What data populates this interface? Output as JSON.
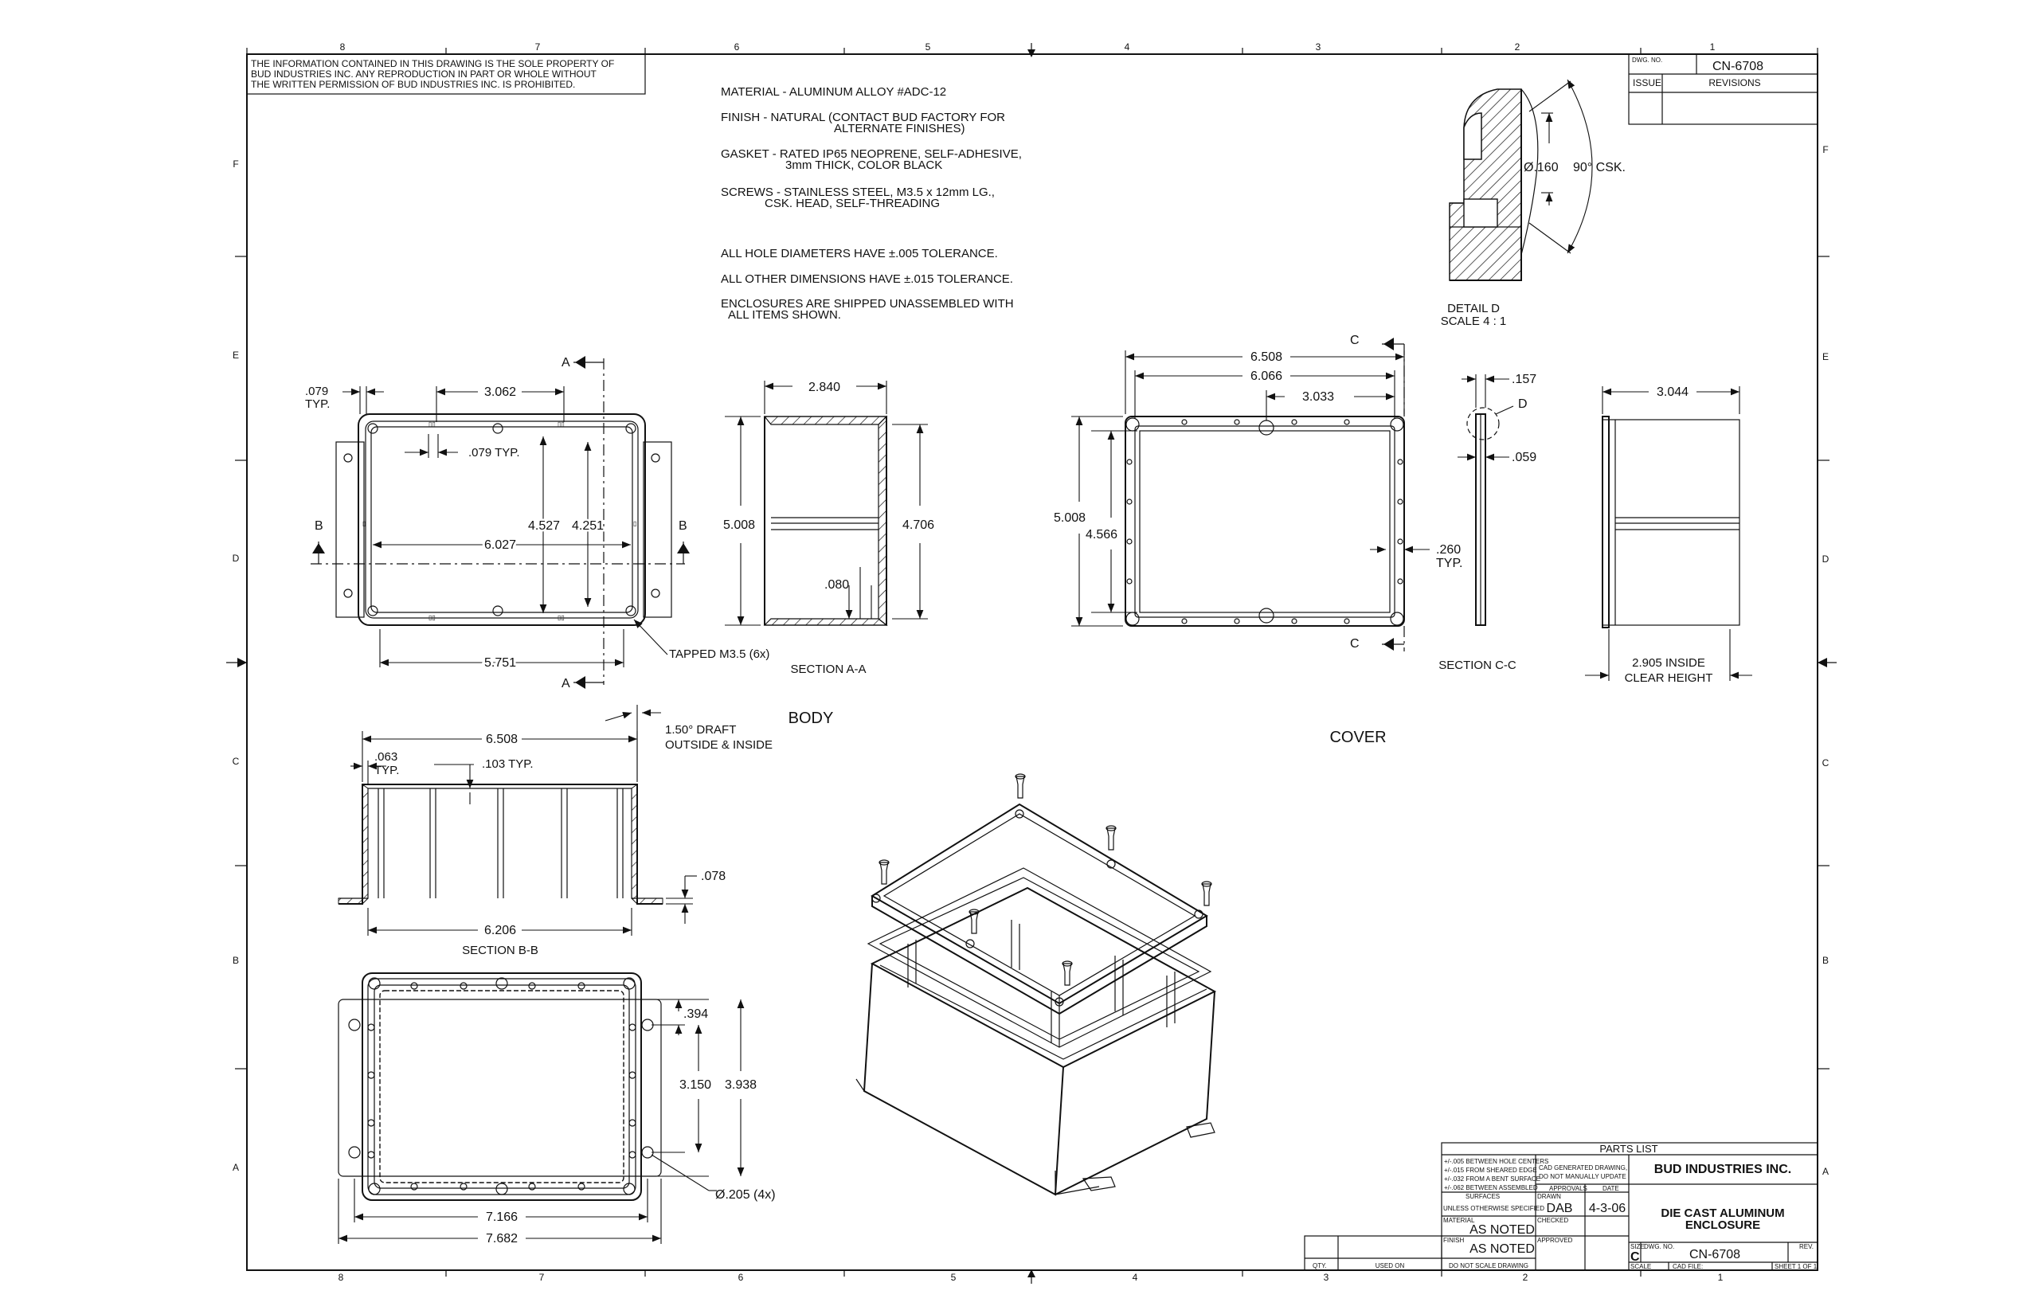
{
  "proprietary_notice": [
    "THE INFORMATION CONTAINED IN THIS DRAWING IS THE SOLE PROPERTY OF",
    "BUD INDUSTRIES INC. ANY REPRODUCTION IN PART OR WHOLE WITHOUT",
    "THE WRITTEN PERMISSION OF BUD INDUSTRIES INC. IS PROHIBITED."
  ],
  "notes": {
    "material": "MATERIAL - ALUMINUM ALLOY #ADC-12",
    "finish_1": "FINISH - NATURAL (CONTACT BUD FACTORY FOR",
    "finish_2": "ALTERNATE FINISHES)",
    "gasket_1": "GASKET - RATED IP65 NEOPRENE, SELF-ADHESIVE,",
    "gasket_2": "3mm THICK, COLOR BLACK",
    "screws_1": "SCREWS - STAINLESS STEEL, M3.5 x 12mm LG.,",
    "screws_2": "CSK. HEAD, SELF-THREADING",
    "hole_tol": "ALL HOLE DIAMETERS HAVE ±.005 TOLERANCE.",
    "other_tol": "ALL OTHER DIMENSIONS HAVE ±.015 TOLERANCE.",
    "shipped_1": "ENCLOSURES ARE SHIPPED UNASSEMBLED WITH",
    "shipped_2": "ALL ITEMS SHOWN."
  },
  "zones": {
    "columns_top": [
      "8",
      "7",
      "6",
      "5",
      "4",
      "3",
      "2",
      "1"
    ],
    "columns_bottom": [
      "8",
      "7",
      "6",
      "5",
      "4",
      "3",
      "2",
      "1"
    ],
    "rows": [
      "F",
      "E",
      "D",
      "C",
      "B",
      "A"
    ]
  },
  "revision_block": {
    "dwg_no_label": "DWG. NO.",
    "dwg_no": "CN-6708",
    "issue_label": "ISSUE",
    "revisions_label": "REVISIONS"
  },
  "detail_d": {
    "dia": "Ø.160",
    "csk": "90° CSK.",
    "title": "DETAIL D",
    "scale": "SCALE 4 : 1"
  },
  "body_top_view": {
    "d_079_typ_a": ".079",
    "d_079_typ_b": "TYP.",
    "d_3062": "3.062",
    "d_079_typ_inner": ".079 TYP.",
    "d_4527": "4.527",
    "d_4251": "4.251",
    "d_6027": "6.027",
    "d_5751": "5.751",
    "tapped": "TAPPED M3.5 (6x)",
    "sec_a": "A",
    "sec_b": "B"
  },
  "section_aa": {
    "d_2840": "2.840",
    "d_5008": "5.008",
    "d_4706": "4.706",
    "d_080": ".080",
    "label": "SECTION A-A"
  },
  "body_label": "BODY",
  "cover_label": "COVER",
  "cover_top_view": {
    "d_6508": "6.508",
    "d_6066": "6.066",
    "d_3033": "3.033",
    "d_5008": "5.008",
    "d_4566": "4.566",
    "d_260": ".260",
    "d_260_typ": "TYP.",
    "sec_c": "C"
  },
  "section_cc": {
    "d_157": ".157",
    "d_059": ".059",
    "detail_ref": "D",
    "label": "SECTION C-C"
  },
  "side_view": {
    "d_3044": "3.044",
    "clear_1": "2.905 INSIDE",
    "clear_2": "CLEAR HEIGHT"
  },
  "section_bb": {
    "d_6508": "6.508",
    "d_063": ".063",
    "d_063_typ": "TYP.",
    "d_103": ".103 TYP.",
    "draft_1": "1.50° DRAFT",
    "draft_2": "OUTSIDE & INSIDE",
    "d_078": ".078",
    "d_6206": "6.206",
    "label": "SECTION B-B"
  },
  "bottom_view": {
    "d_394": ".394",
    "d_3150": "3.150",
    "d_3938": "3.938",
    "d_7166": "7.166",
    "d_7682": "7.682",
    "dia_205": "Ø.205 (4x)"
  },
  "title_block": {
    "parts_list": "PARTS LIST",
    "company": "BUD INDUSTRIES INC.",
    "title_1": "DIE CAST ALUMINUM",
    "title_2": "ENCLOSURE",
    "tol_1": "+/-.005 BETWEEN HOLE CENTERS",
    "tol_2": "+/-.015 FROM SHEARED EDGE",
    "tol_3": "+/-.032 FROM A BENT SURFACE",
    "tol_4": "+/-.062 BETWEEN ASSEMBLED",
    "tol_5": "SURFACES",
    "unless": "UNLESS OTHERWISE SPECIFIED",
    "cad_1": "CAD GENERATED DRAWING,",
    "cad_2": "DO NOT MANUALLY UPDATE",
    "approvals": "APPROVALS",
    "date": "DATE",
    "drawn_label": "DRAWN",
    "drawn": "DAB",
    "drawn_date": "4-3-06",
    "checked": "CHECKED",
    "approved": "APPROVED",
    "material_label": "MATERIAL",
    "material": "AS NOTED",
    "finish_label": "FINISH",
    "finish": "AS NOTED",
    "size_label": "SIZE",
    "size": "C",
    "dwg_no_label": "DWG. NO.",
    "dwg_no": "CN-6708",
    "rev_label": "REV.",
    "scale_label": "SCALE",
    "cad_file": "CAD FILE:",
    "sheet": "SHEET 1 OF 1",
    "qty": "QTY.",
    "used_on": "USED ON",
    "no_scale": "DO NOT SCALE DRAWING"
  }
}
